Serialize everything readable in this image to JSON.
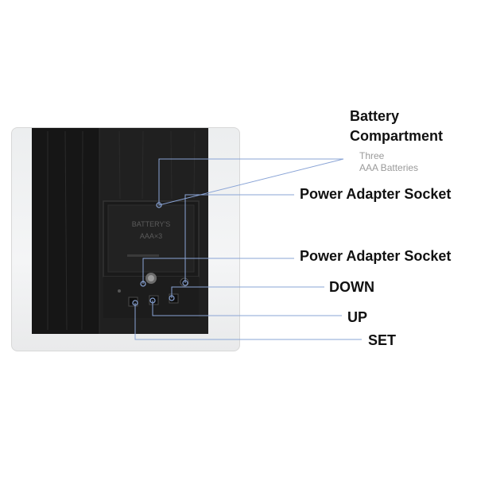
{
  "device": {
    "engraving_line1": "BATTERY'S",
    "engraving_line2": "AAA×3"
  },
  "labels": {
    "battery_title_line1": "Battery",
    "battery_title_line2": "Compartment",
    "battery_sub_line1": "Three",
    "battery_sub_line2": "AAA Batteries",
    "power_adapter_1": "Power Adapter Socket",
    "power_adapter_2": "Power Adapter Socket",
    "down": "DOWN",
    "up": "UP",
    "set": "SET"
  },
  "colors": {
    "leader_line": "#8aa4d6",
    "device_body": "#1f1f1f",
    "label_text": "#111111",
    "sub_text": "#9a9a9a"
  }
}
